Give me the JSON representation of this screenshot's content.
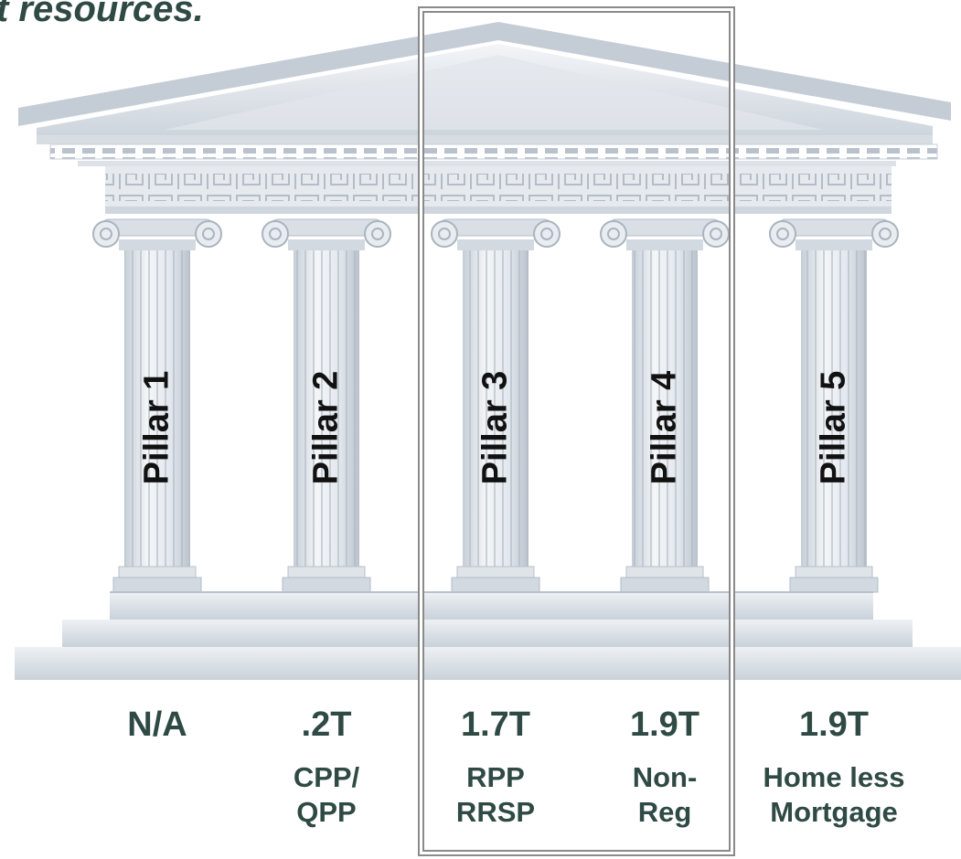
{
  "heading": "t resources.",
  "pillars": [
    {
      "label": "Pillar 1",
      "amount": "N/A",
      "desc": []
    },
    {
      "label": "Pillar 2",
      "amount": ".2T",
      "desc": [
        "CPP/",
        "QPP"
      ]
    },
    {
      "label": "Pillar 3",
      "amount": "1.7T",
      "desc": [
        "RPP",
        "RRSP"
      ]
    },
    {
      "label": "Pillar 4",
      "amount": "1.9T",
      "desc": [
        "Non-",
        "Reg"
      ]
    },
    {
      "label": "Pillar 5",
      "amount": "1.9T",
      "desc": [
        "Home less",
        "Mortgage"
      ]
    }
  ],
  "highlight": {
    "pillars": [
      "Pillar 3",
      "Pillar 4"
    ]
  },
  "colors": {
    "text_accent": "#2f4a44",
    "stone": "#dfe4e9",
    "box": "#8a8a8a"
  }
}
